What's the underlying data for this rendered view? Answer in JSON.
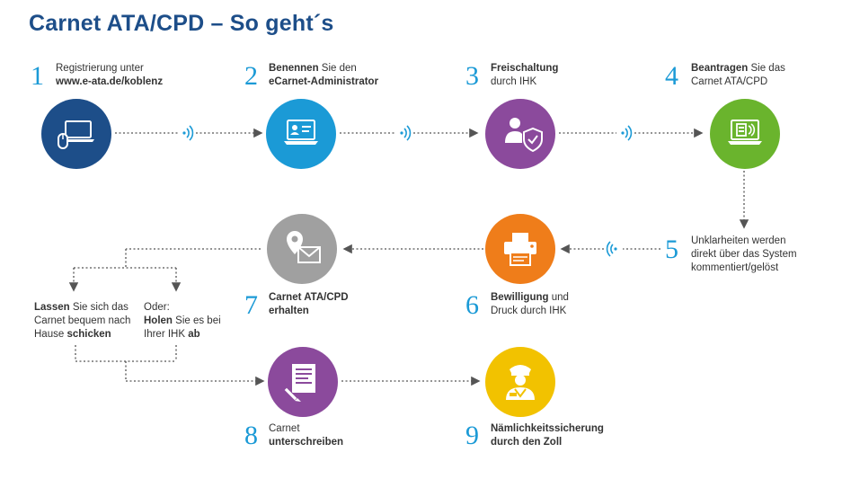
{
  "title": "Carnet ATA/CPD – So geht´s",
  "steps": [
    {
      "num": "1",
      "l1": "Registrierung unter",
      "l1b": "",
      "l2": "www.e-ata.de/koblenz",
      "l2b": "",
      "icon": "laptop-mouse-icon",
      "color": "#1d4e89"
    },
    {
      "num": "2",
      "l1b": "Benennen",
      "l1": " Sie den",
      "l2b": "eCarnet-Administrator",
      "l2": "",
      "icon": "laptop-profile-icon",
      "color": "#1b9ad6"
    },
    {
      "num": "3",
      "l1b": "Freischaltung",
      "l1": "",
      "l2": "durch IHK",
      "l2b": "",
      "icon": "user-shield-icon",
      "color": "#8b4a9c"
    },
    {
      "num": "4",
      "l1b": "Beantragen",
      "l1": " Sie das",
      "l2": "Carnet ATA/CPD",
      "l2b": "",
      "icon": "laptop-card-icon",
      "color": "#6ab42d"
    },
    {
      "num": "5",
      "l1": "Unklarheiten werden",
      "l2": "direkt über das System",
      "l3": "kommentiert/gelöst"
    },
    {
      "num": "6",
      "l1b": "Bewilligung",
      "l1": " und",
      "l2": "Druck durch IHK",
      "icon": "printer-icon",
      "color": "#ef7d1a"
    },
    {
      "num": "7",
      "l1b": "Carnet ATA/CPD",
      "l2b": "erhalten",
      "icon": "location-mail-icon",
      "color": "#a0a0a0"
    },
    {
      "num": "8",
      "l1": "Carnet",
      "l2b": "unterschreiben",
      "icon": "document-sign-icon",
      "color": "#8b4a9c"
    },
    {
      "num": "9",
      "l1b": "Nämlichkeitssicherung",
      "l2b": "durch den Zoll",
      "icon": "customs-officer-icon",
      "color": "#f2c200"
    }
  ],
  "option_a": {
    "l1b": "Lassen",
    "l1": " Sie sich das",
    "l2": "Carnet bequem nach",
    "l3": "Hause ",
    "l3b": "schicken"
  },
  "option_b": {
    "l1": "Oder:",
    "l2b": "Holen",
    "l2": " Sie es bei",
    "l3": "Ihrer IHK ",
    "l3b": "ab"
  },
  "colors": {
    "title": "#1d4e89",
    "number": "#1b9ad6",
    "connector": "#555555",
    "signal": "#1b9ad6"
  }
}
